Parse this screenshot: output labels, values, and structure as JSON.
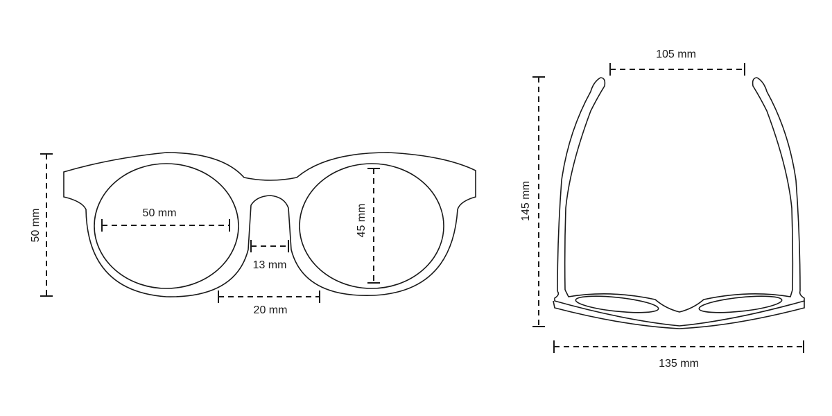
{
  "front_view": {
    "frame_height": "50 mm",
    "lens_width": "50 mm",
    "bridge_width": "13 mm",
    "lens_height": "45 mm",
    "bridge_span": "20 mm"
  },
  "top_view": {
    "temple_opening": "105 mm",
    "temple_length": "145 mm",
    "frame_width": "135 mm"
  },
  "colors": {
    "stroke": "#1a1a1a",
    "background": "#ffffff"
  }
}
